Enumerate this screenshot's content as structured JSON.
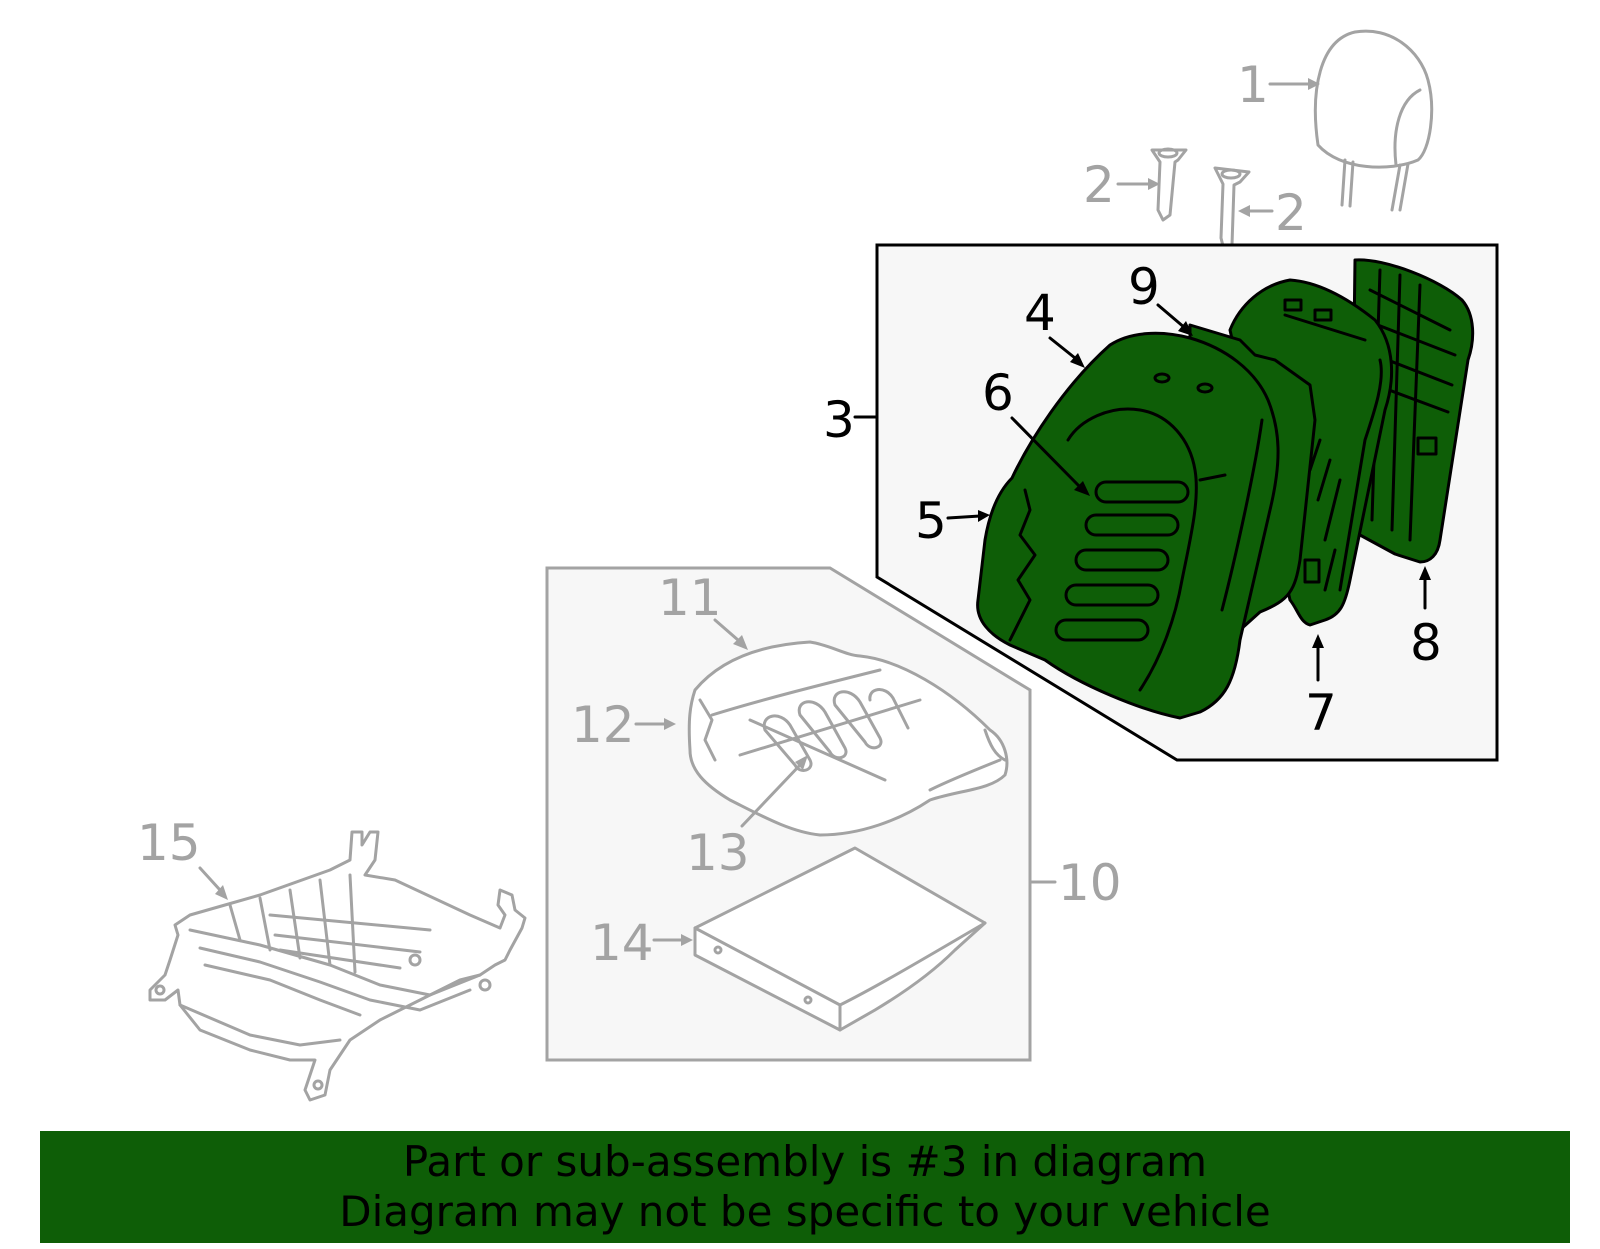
{
  "callouts": {
    "c1": "1",
    "c2a": "2",
    "c2b": "2",
    "c3": "3",
    "c4": "4",
    "c5": "5",
    "c6": "6",
    "c7": "7",
    "c8": "8",
    "c9": "9",
    "c10": "10",
    "c11": "11",
    "c12": "12",
    "c13": "13",
    "c14": "14",
    "c15": "15"
  },
  "highlight_color": "#0e5e07",
  "banner": {
    "line1": "Part or sub-assembly is #3 in diagram",
    "line2": "Diagram may not be specific to your vehicle"
  }
}
